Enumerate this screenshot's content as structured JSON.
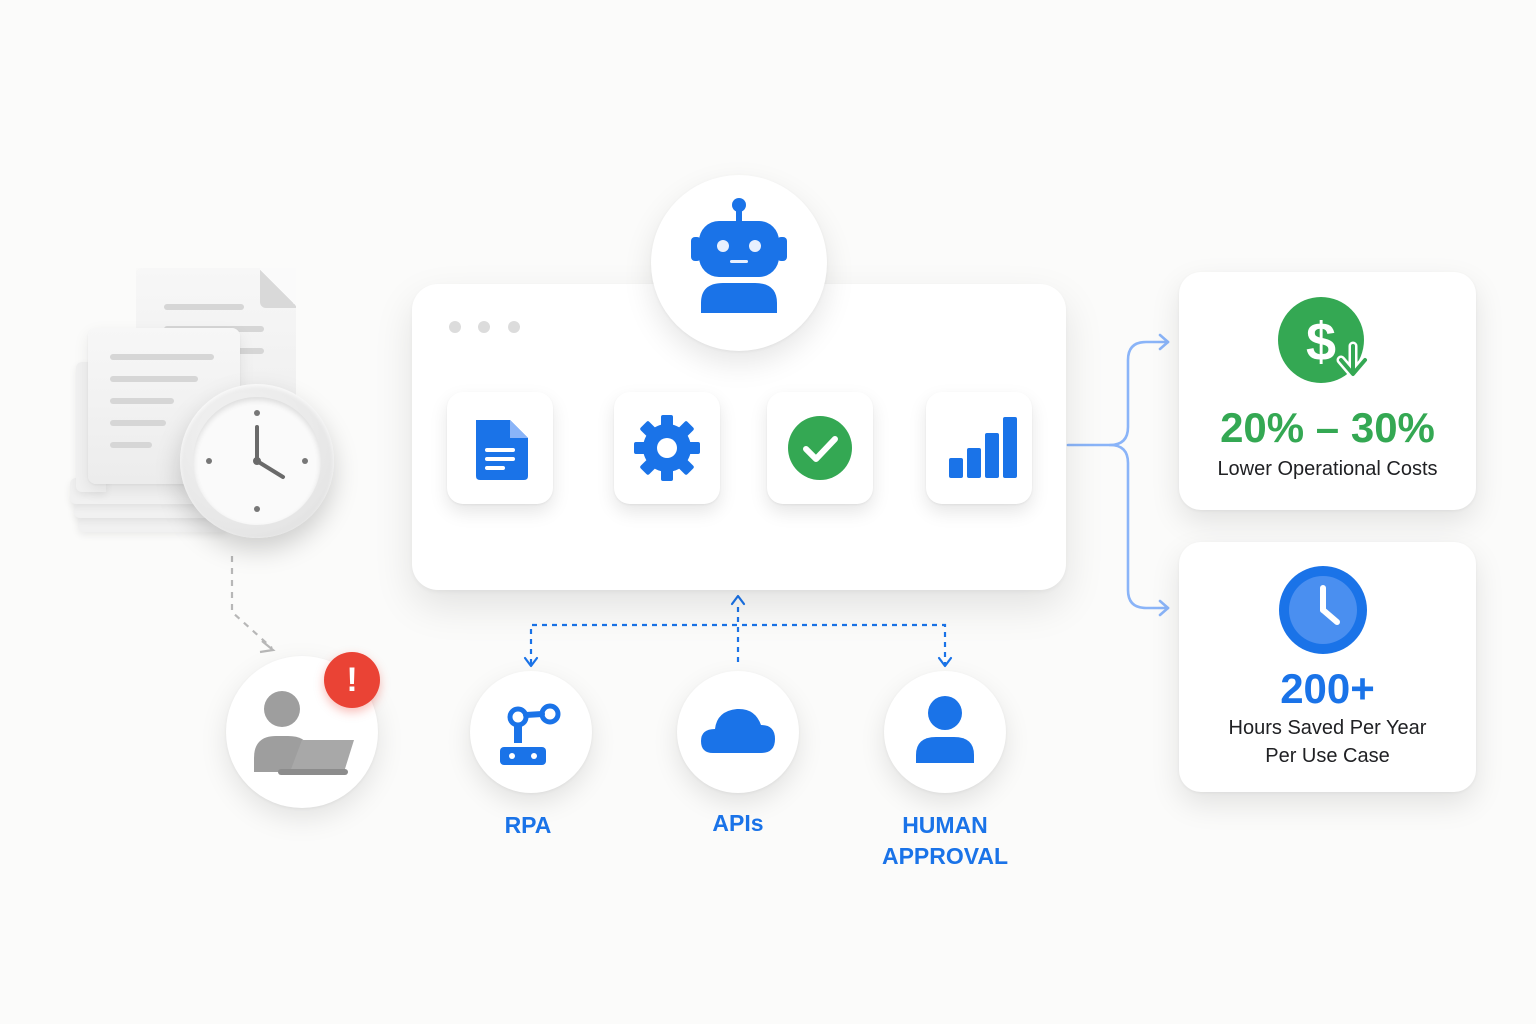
{
  "colors": {
    "blue": "#1a73e8",
    "green": "#34a853",
    "red": "#ea4335",
    "gray": "#9e9e9e",
    "text": "#202124"
  },
  "left_cluster": {
    "icons": [
      "document-stack-icon",
      "clock-icon"
    ],
    "person": {
      "icon": "person-at-laptop-icon",
      "alert_symbol": "!"
    }
  },
  "automation": {
    "agent_icon": "robot-icon",
    "window_controls": [
      "window-dot-icon",
      "window-dot-icon",
      "window-dot-icon"
    ],
    "steps": [
      {
        "icon": "document-icon"
      },
      {
        "icon": "gear-icon"
      },
      {
        "icon": "check-circle-icon"
      },
      {
        "icon": "bar-chart-icon"
      }
    ]
  },
  "integrations": [
    {
      "icon": "robotic-arm-icon",
      "label": "RPA"
    },
    {
      "icon": "cloud-icon",
      "label": "APIs"
    },
    {
      "icon": "person-icon",
      "label_line1": "HUMAN",
      "label_line2": "APPROVAL"
    }
  ],
  "results": [
    {
      "icon": "dollar-down-icon",
      "value": "20% – 30%",
      "label": "Lower Operational Costs"
    },
    {
      "icon": "clock-icon",
      "value": "200+",
      "label_line1": "Hours Saved Per Year",
      "label_line2": "Per Use Case"
    }
  ]
}
